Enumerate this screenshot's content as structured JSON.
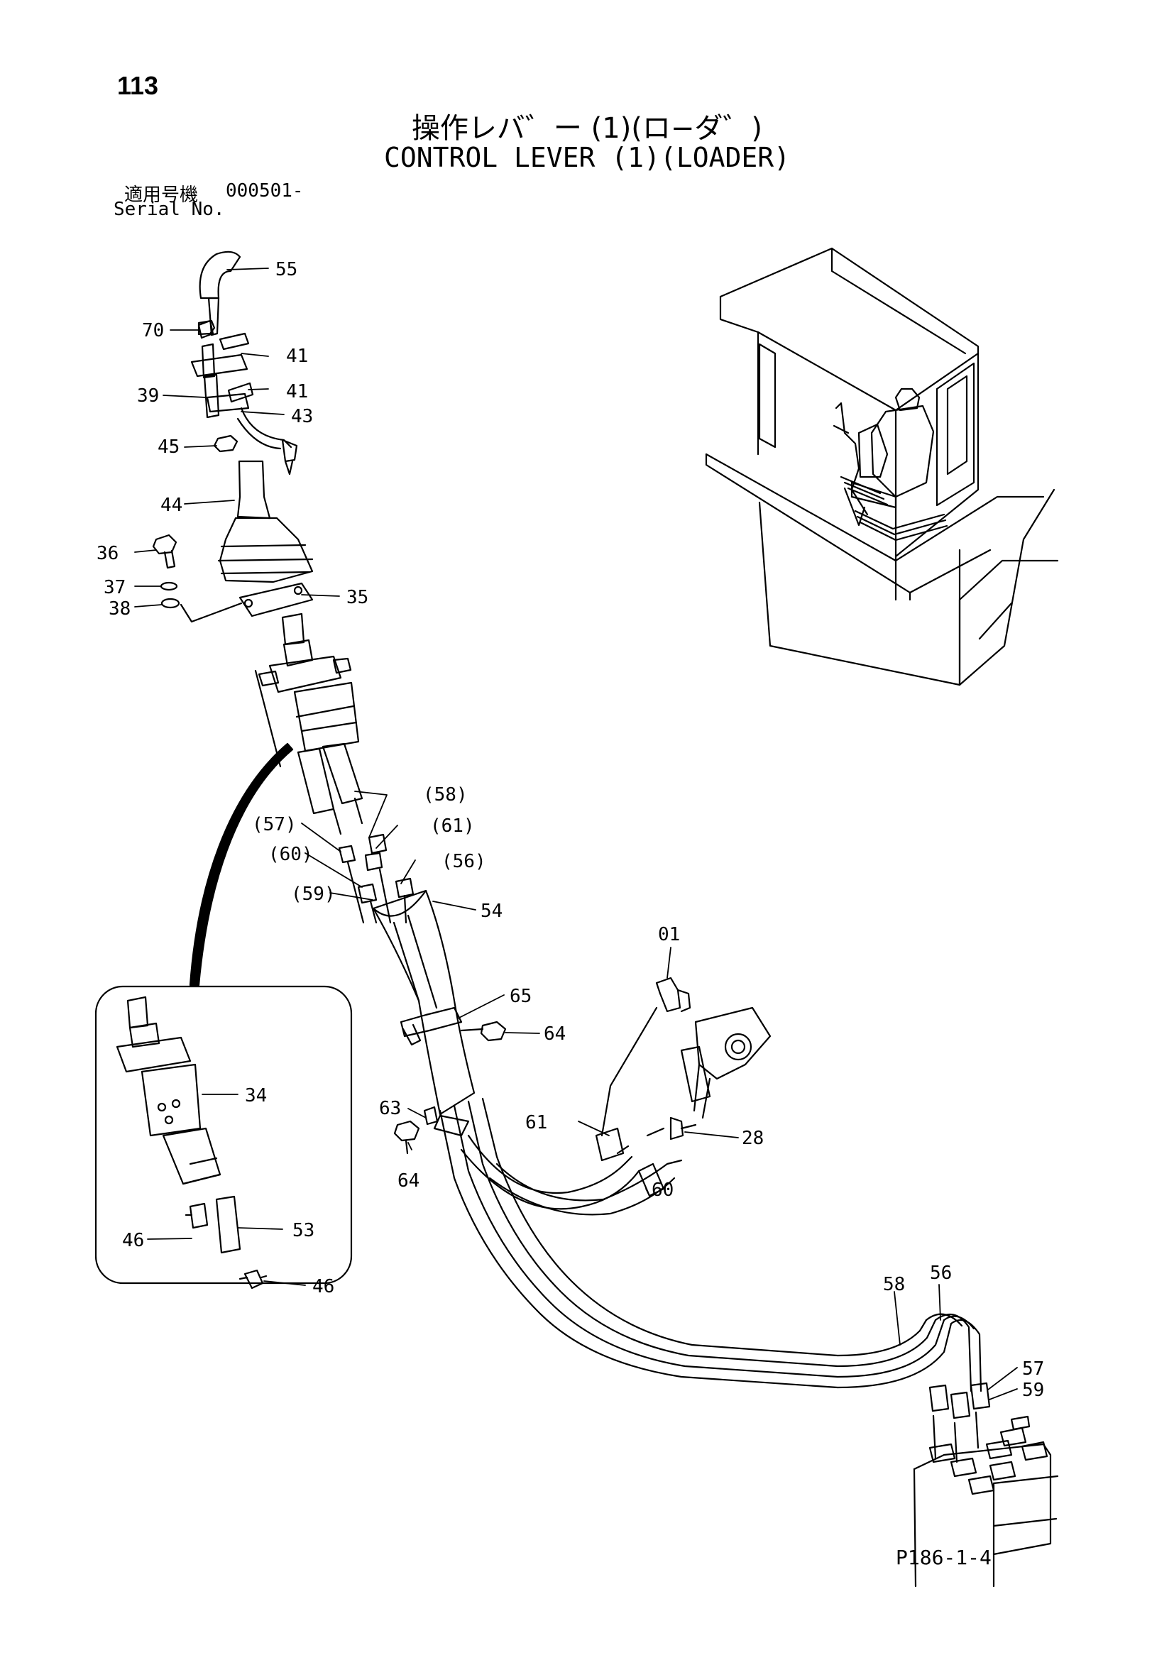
{
  "header": {
    "page_number": "113",
    "title_jp": "操作レバ゛ー (1)(ロ−ダ゛)",
    "title_en": "CONTROL LEVER (1)(LOADER)",
    "serial_label_jp": "適用号機",
    "serial_range": "000501-",
    "serial_label_en": "Serial No."
  },
  "callouts": [
    "55",
    "70",
    "41",
    "39",
    "41",
    "43",
    "45",
    "44",
    "36",
    "37",
    "38",
    "35",
    "(58)",
    "(57)",
    "(61)",
    "(60)",
    "(56)",
    "(59)",
    "54",
    "01",
    "65",
    "64",
    "63",
    "61",
    "28",
    "64",
    "60",
    "34",
    "53",
    "46",
    "46",
    "58",
    "56",
    "57",
    "59"
  ],
  "footer": {
    "page_ref": "P186-1-4"
  }
}
